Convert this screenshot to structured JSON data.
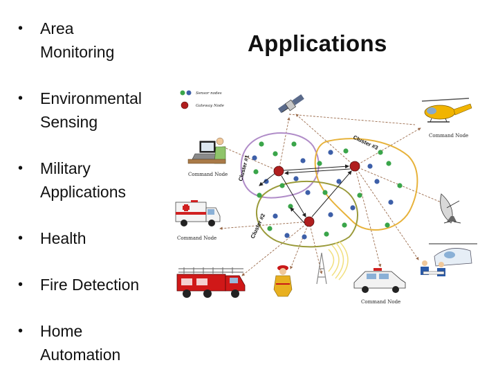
{
  "slide": {
    "title": "Applications",
    "bullets": [
      {
        "lines": [
          "Area",
          "Monitoring"
        ]
      },
      {
        "lines": [
          "Environmental",
          "Sensing"
        ]
      },
      {
        "lines": [
          "Military",
          "Applications"
        ]
      },
      {
        "lines": [
          "Health"
        ]
      },
      {
        "lines": [
          "Fire Detection"
        ]
      },
      {
        "lines": [
          "Home",
          "Automation"
        ]
      }
    ],
    "bullet_char": "•"
  },
  "diagram": {
    "legend": {
      "sensor_nodes": "Sensor nodes",
      "gateway_node": "Gateway Node"
    },
    "command_node_label": "Command Node",
    "clusters": [
      "Cluster #1",
      "Cluster #2",
      "Cluster #3"
    ],
    "colors": {
      "sensor_green": "#3aa54a",
      "sensor_blue": "#3d5fa8",
      "gateway_red": "#b01e1e",
      "cluster1": "#b08cc8",
      "cluster2": "#9a9a3a",
      "cluster3": "#e7b23a"
    }
  }
}
